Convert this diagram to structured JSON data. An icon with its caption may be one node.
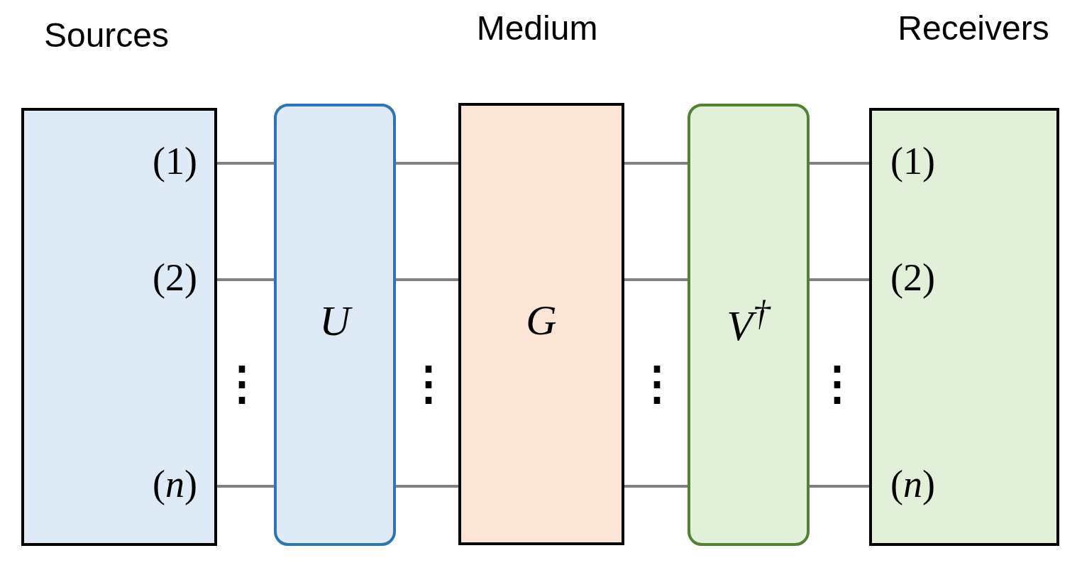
{
  "diagram": {
    "nodes": [
      {
        "text": [
          "Sources",
          "(1)",
          "(2)",
          "(*n*)"
        ]
      },
      {
        "text": [
          "U"
        ]
      },
      {
        "text": [
          "Medium",
          "G"
        ]
      },
      {
        "text": [
          "V$^{†}$"
        ]
      },
      {
        "text": [
          "Receivers",
          "(1)",
          "(2)",
          "(*n*)"
        ]
      }
    ],
    "edges": [
      {
        "from": 0,
        "to": 1,
        "arrow": "none"
      },
      {
        "from": 0,
        "to": 1,
        "arrow": "none"
      },
      {
        "from": 0,
        "to": 1,
        "arrow": "none"
      },
      {
        "from": 1,
        "to": 2,
        "arrow": "none"
      },
      {
        "from": 1,
        "to": 2,
        "arrow": "none"
      },
      {
        "from": 1,
        "to": 2,
        "arrow": "none"
      },
      {
        "from": 2,
        "to": 3,
        "arrow": "none"
      },
      {
        "from": 2,
        "to": 3,
        "arrow": "none"
      },
      {
        "from": 2,
        "to": 3,
        "arrow": "none"
      },
      {
        "from": 3,
        "to": 4,
        "arrow": "none"
      },
      {
        "from": 3,
        "to": 4,
        "arrow": "none"
      },
      {
        "from": 3,
        "to": 4,
        "arrow": "none"
      }
    ],
    "labels": [
      "⋮",
      "⋮",
      "⋮",
      "⋮"
    ]
  }
}
